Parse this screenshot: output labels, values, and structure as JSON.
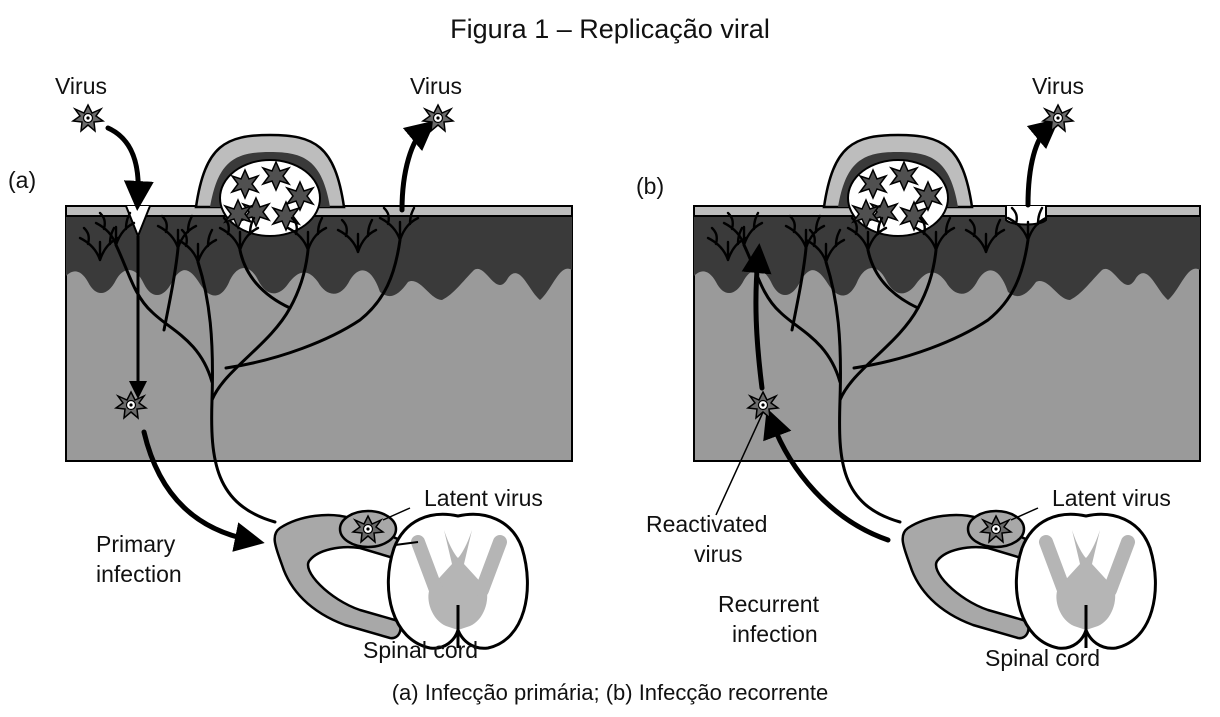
{
  "title": "Figura 1 – Replicação viral",
  "caption": "(a) Infecção primária; (b) Infecção recorrente",
  "panel_a": {
    "tag": "(a)",
    "virus_left": "Virus",
    "virus_right": "Virus",
    "primary_infection": [
      "Primary",
      "infection"
    ],
    "latent_virus": "Latent virus",
    "spinal_cord": "Spinal cord"
  },
  "panel_b": {
    "tag": "(b)",
    "virus": "Virus",
    "reactivated_virus": [
      "Reactivated",
      "virus"
    ],
    "recurrent_infection": [
      "Recurrent",
      "infection"
    ],
    "latent_virus": "Latent virus",
    "spinal_cord": "Spinal cord"
  },
  "colors": {
    "dermis": "#9a9a9a",
    "epidermis": "#3a3a3a",
    "surface": "#bdbdbd",
    "outline": "#000000",
    "ganglion": "#a8a8a8",
    "cord_white": "#ffffff",
    "cord_gray": "#b5b5b5"
  },
  "icons": [
    "virus-icon",
    "arrow-icon",
    "spinal-cord-icon",
    "ganglion-icon",
    "vesicle-icon"
  ]
}
